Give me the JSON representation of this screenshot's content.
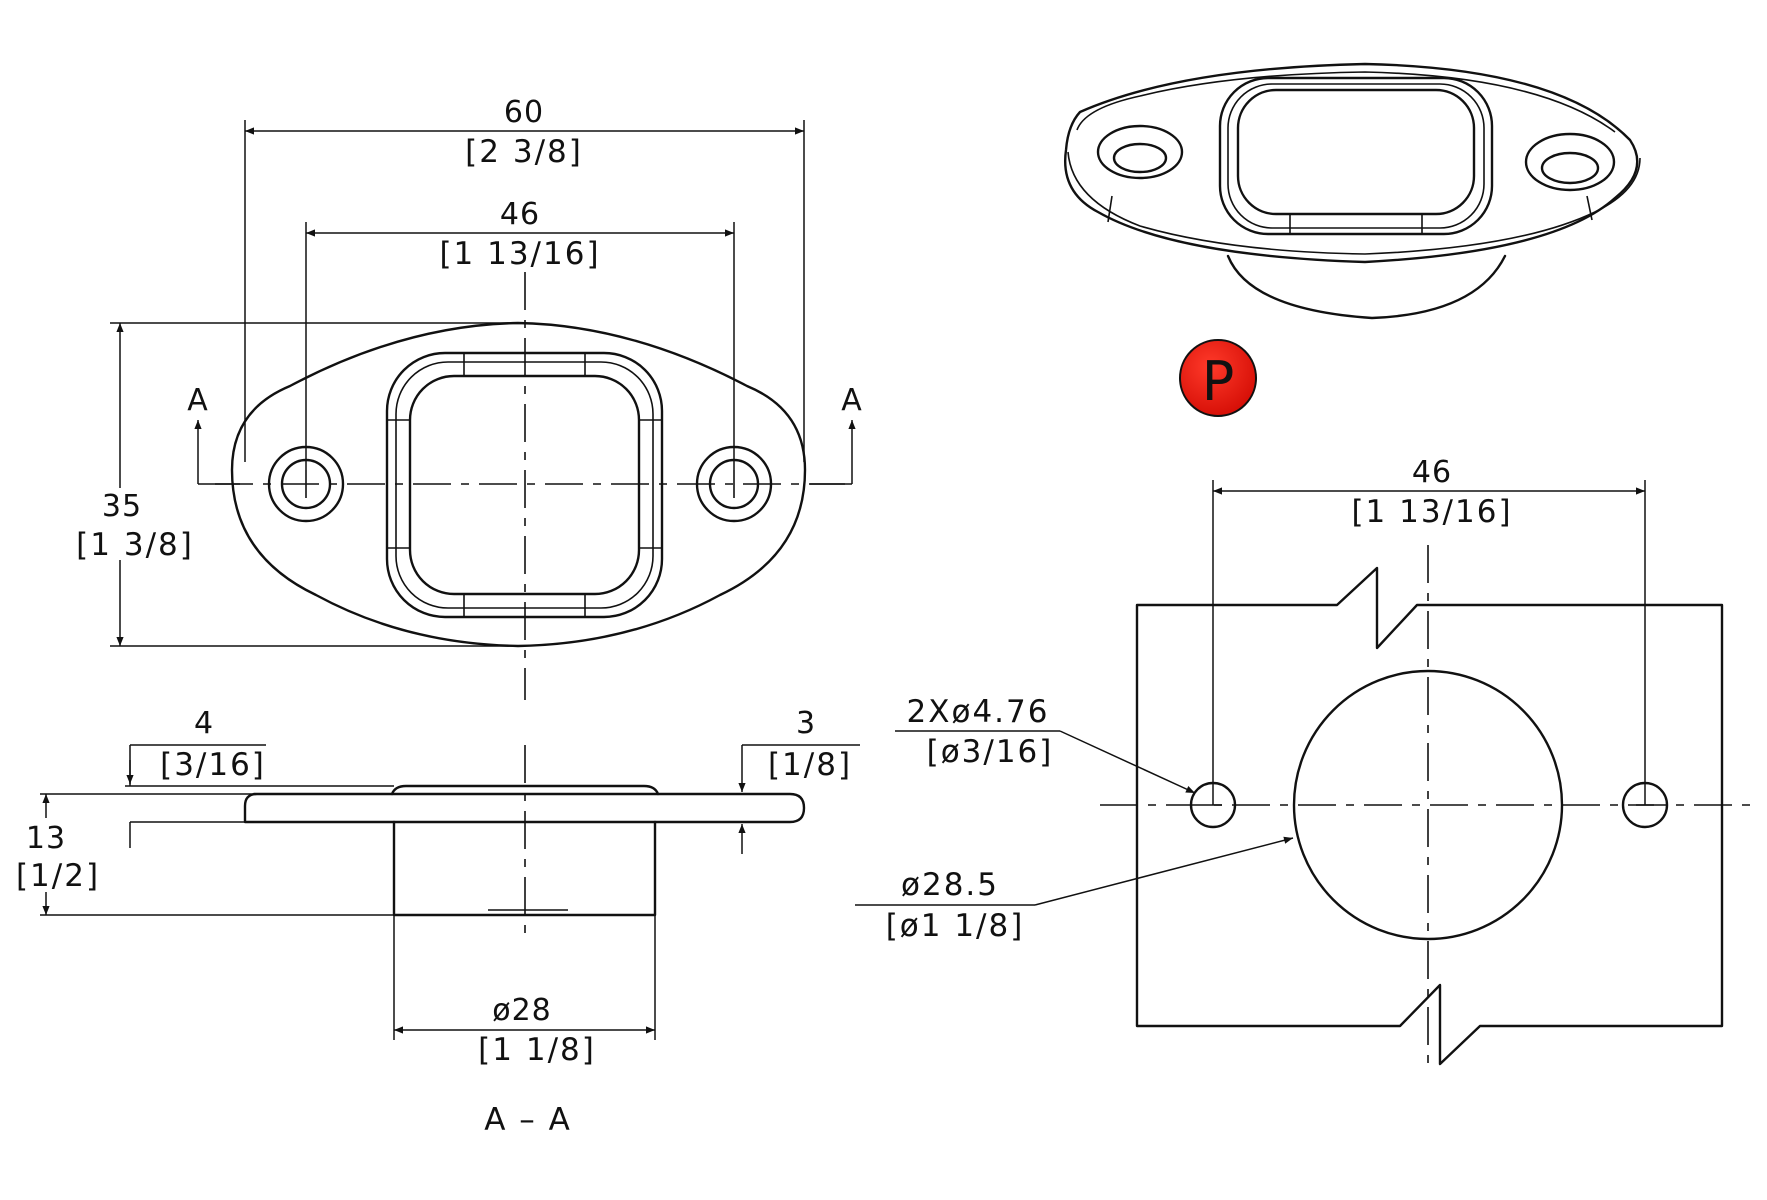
{
  "top_view": {
    "overall_width_mm": "60",
    "overall_width_in": "[2  3/8]",
    "hole_spacing_mm": "46",
    "hole_spacing_in": "[1  13/16]",
    "height_mm": "35",
    "height_in": "[1  3/8]",
    "section_mark_left": "A",
    "section_mark_right": "A"
  },
  "section_view": {
    "flange_thickness_mm": "4",
    "flange_thickness_in": "[3/16]",
    "rim_height_mm": "3",
    "rim_height_in": "[1/8]",
    "total_height_mm": "13",
    "total_height_in": "[1/2]",
    "boss_diameter_mm": "ø28",
    "boss_diameter_in": "[1  1/8]",
    "caption": "A  –  A"
  },
  "cutout_template": {
    "hole_spacing_mm": "46",
    "hole_spacing_in": "[1  13/16]",
    "mount_holes_mm": "2Xø4.76",
    "mount_holes_in": "[ø3/16]",
    "cutout_diameter_mm": "ø28.5",
    "cutout_diameter_in": "[ø1  1/8]"
  },
  "badge": {
    "letter": "P",
    "color": "#e8140c"
  }
}
